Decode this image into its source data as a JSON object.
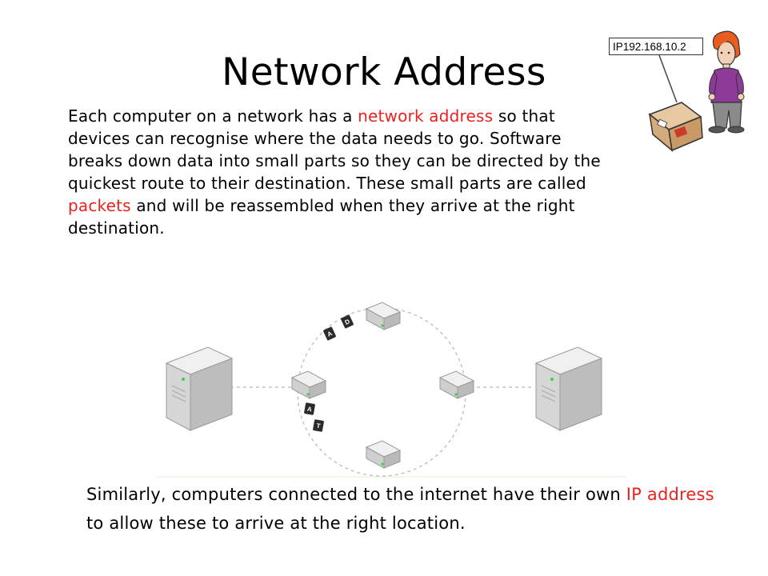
{
  "slide": {
    "title": "Network Address",
    "paragraph": {
      "p1": "Each computer on a network has a ",
      "hl1": "network address",
      "p2": " so that devices can recognise where the data needs to go. Software breaks down data into small parts so they can be directed by the quickest route to their destination. These small parts are called ",
      "hl2": "packets",
      "p3": " and will be reassembled when they arrive at the right destination."
    },
    "paragraph2": {
      "p1": "Similarly, computers connected to the internet have their own ",
      "hl": "IP address",
      "p2": " to allow these to arrive at the right location."
    }
  },
  "illustration": {
    "ip_label": "IP192.168.10.2"
  },
  "diagram": {
    "packet_labels": [
      "A",
      "D",
      "A",
      "T"
    ]
  },
  "colors": {
    "highlight": "#e8231f",
    "node": "#d8d8d8",
    "link": "#bbbbbb"
  }
}
